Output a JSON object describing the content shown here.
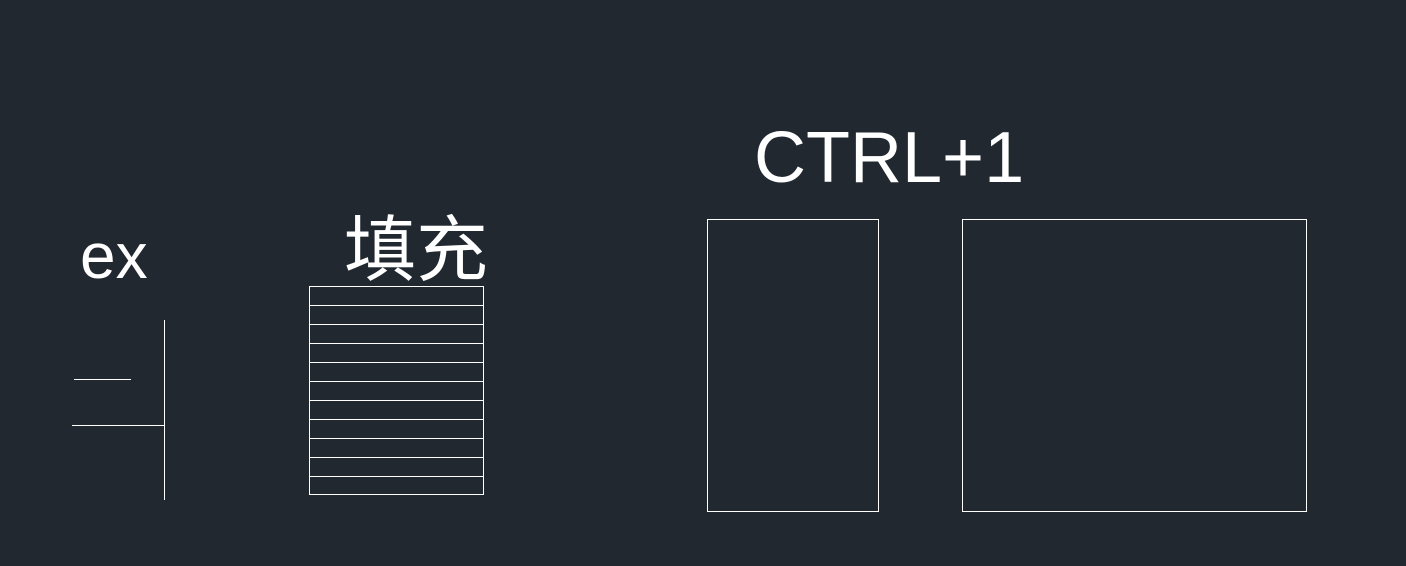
{
  "canvas": {
    "background": "#212830",
    "stroke_color": "#ffffff"
  },
  "labels": {
    "explode": "ex",
    "fill": "填充",
    "shortcut": "CTRL+1"
  },
  "hatch": {
    "pattern": "horizontal-lines",
    "line_count": 10
  }
}
